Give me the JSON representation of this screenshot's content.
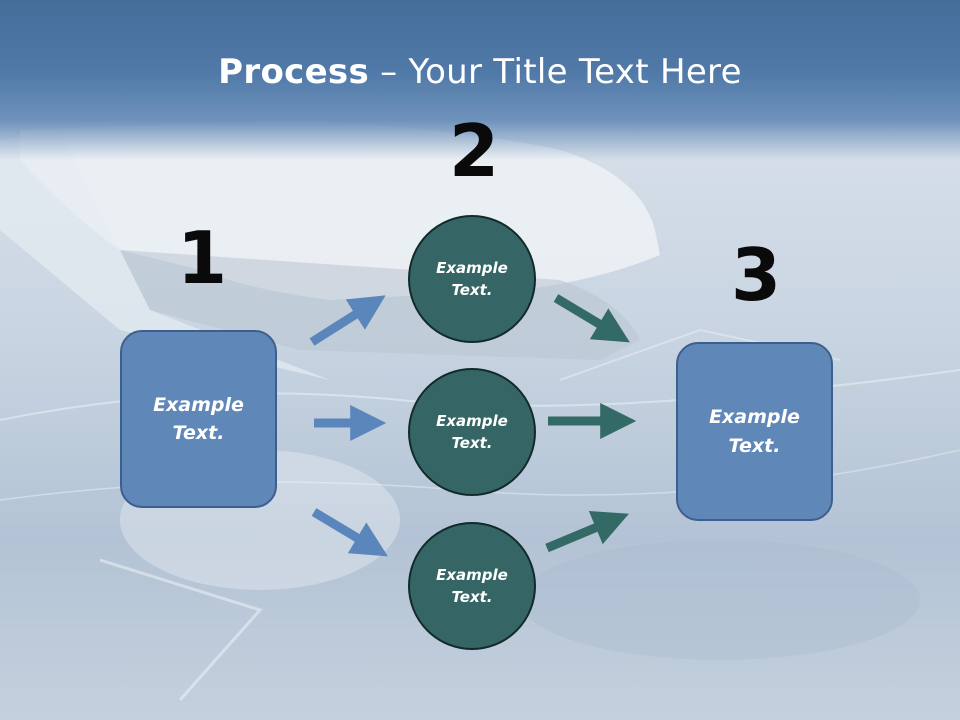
{
  "title": {
    "bold": "Process",
    "rest": " – Your Title Text Here"
  },
  "steps": {
    "n1": "1",
    "n2": "2",
    "n3": "3"
  },
  "boxes": {
    "left": "Example\nText.",
    "right": "Example\nText."
  },
  "circles": [
    "Example\nText.",
    "Example\nText.",
    "Example\nText."
  ],
  "colors": {
    "header": "#5079a8",
    "box_fill": "#5f87b8",
    "circle_fill": "#356564",
    "arrow_blue": "#5b86bb",
    "arrow_teal": "#346a66"
  }
}
